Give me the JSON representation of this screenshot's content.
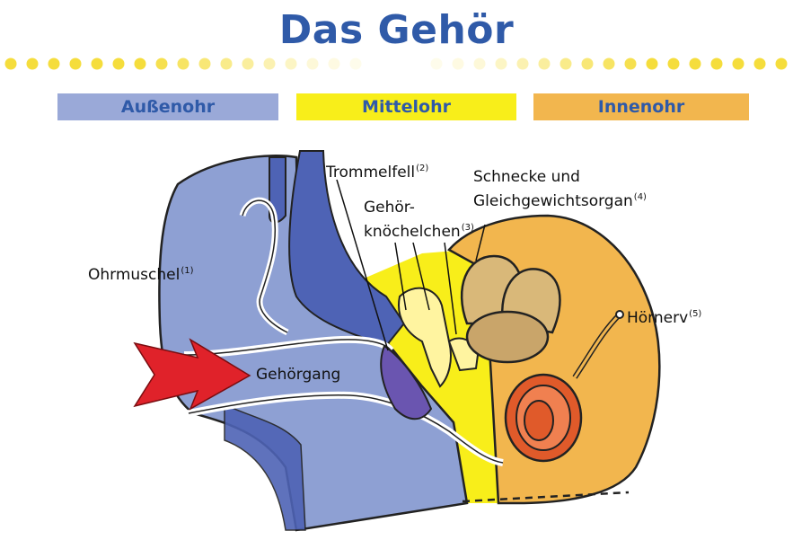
{
  "title": "Das Gehör",
  "sections": {
    "outer": "Außenohr",
    "middle": "Mittelohr",
    "inner": "Innenohr"
  },
  "labels": {
    "trommelfell": "Trommelfell",
    "trommelfell_num": "(2)",
    "schnecke_line1": "Schnecke und",
    "schnecke_line2": "Gleichgewichtsorgan",
    "schnecke_num": "(4)",
    "knochel_line1": "Gehör-",
    "knochel_line2": "knöchelchen",
    "knochel_num": "(3)",
    "ohrmuschel": "Ohrmuschel",
    "ohrmuschel_num": "(1)",
    "hoernerv": "Hörnerv",
    "hoernerv_num": "(5)",
    "gehoergang": "Gehörgang"
  },
  "colors": {
    "title": "#2f5aa8",
    "outer_band": "#9aa9d8",
    "middle_band": "#f8ee1a",
    "inner_band": "#f2b64e",
    "dots": "#f5dd3c",
    "arrow": "#e0222a"
  }
}
